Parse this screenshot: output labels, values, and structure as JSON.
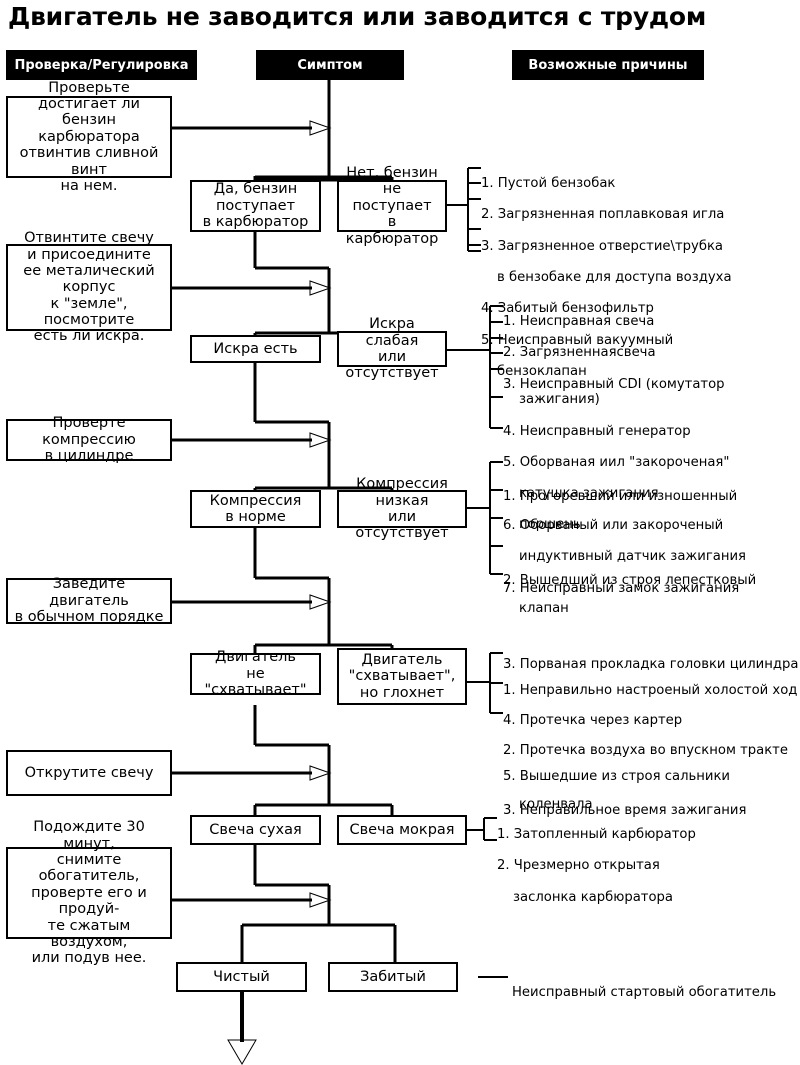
{
  "title": "Двигатель не заводится или заводится с трудом",
  "headers": [
    {
      "label": "Проверка/Регулировка"
    },
    {
      "label": "Симптом"
    },
    {
      "label": "Возможные причины"
    }
  ],
  "actions": [
    {
      "text": "Проверьте достигает ли\nбензин карбюратора\nотвинтив сливной винт\nна нем."
    },
    {
      "text": "Отвинтите свечу\nи присоедините\nее металический корпус\nк \"земле\", посмотрите\nесть ли искра."
    },
    {
      "text": "Проверте компрессию\nв цилиндре"
    },
    {
      "text": "Заведите двигатель\nв обычном порядке"
    },
    {
      "text": "Открутите свечу"
    },
    {
      "text": "Подождите 30 минут,\nснимите обогатитель,\nпроверте его и продуй-\nте сжатым воздухом,\nили подув нее."
    }
  ],
  "symptoms": [
    {
      "left": "Да, бензин\nпоступает\nв карбюратор",
      "right": "Нет, бензин\nне поступает\nв карбюратор"
    },
    {
      "left": "Искра есть",
      "right": "Искра слабая\nили отсутствует"
    },
    {
      "left": "Компрессия\nв норме",
      "right": "Компрессия низкая\nили отсутствует"
    },
    {
      "left": "Двигатель\nне \"схватывает\"",
      "right": "Двигатель\n\"схватывает\",\nно глохнет"
    },
    {
      "left": "Свеча сухая",
      "right": "Свеча мокрая"
    },
    {
      "left": "Чистый",
      "right": "Забитый"
    }
  ],
  "causes": [
    {
      "items": [
        "1. Пустой бензобак",
        "2. Загрязненная поплавковая игла",
        "3. Загрязненное отверстие\\трубка",
        "    в бензобаке для доступа воздуха",
        "4. Забитый бензофильтр",
        "5. Неисправный вакуумный",
        "    бензоклапан"
      ]
    },
    {
      "items": [
        "1. Неисправная свеча",
        "2. Загрязненнаясвеча",
        "3. Неисправный CDI (комутатор зажигания)",
        "4. Неисправный генератор",
        "5. Оборваная иил \"закороченая\"",
        "    катушка зажигания",
        "6. Оборваный или закороченый",
        "    индуктивный датчик зажигания",
        "7. Неисправный замок зажигания"
      ]
    },
    {
      "items": [
        "1. Прогоревший или изношенный поршень",
        "2. Вышедший из строя лепестковый клапан",
        "3. Порваная прокладка головки цилиндра",
        "4. Протечка через картер",
        "5. Вышедшие из строя сальники коленвала"
      ]
    },
    {
      "items": [
        "1. Неправильно настроеный холостой ход",
        "2. Протечка воздуха во впускном тракте",
        "3. Неправильное время зажигания"
      ]
    },
    {
      "items": [
        "1. Затопленный карбюратор",
        "2. Чрезмерно открытая",
        "    заслонка карбюратора"
      ]
    },
    {
      "items": [
        "Неисправный стартовый обогатитель"
      ]
    }
  ],
  "colors": {
    "header_bg": "#000000",
    "header_text": "#ffffff",
    "line": "#000000",
    "box_bg": "#ffffff"
  }
}
